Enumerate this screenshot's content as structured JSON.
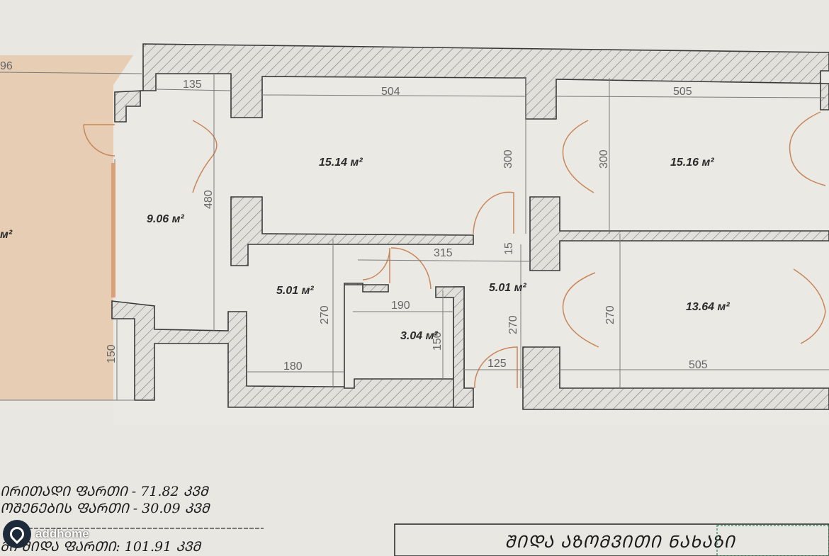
{
  "rooms": {
    "room_a": "15.14 м²",
    "room_b": "15.16 м²",
    "room_c": "9.06 м²",
    "room_d": "5.01 м²",
    "room_e": "5.01 м²",
    "room_f": "3.04 м²",
    "room_g": "13.64 м²",
    "room_h": "м²"
  },
  "dimensions": {
    "d96": "96",
    "d135": "135",
    "d504": "504",
    "d505_top": "505",
    "d300_left": "300",
    "d300_right": "300",
    "d480": "480",
    "d315": "315",
    "d15": "15",
    "d190": "190",
    "d150_small": "150",
    "d270_a": "270",
    "d270_b": "270",
    "d270_c": "270",
    "d180": "180",
    "d125": "125",
    "d505_bottom": "505",
    "d150_left": "150"
  },
  "legend": {
    "line1": "ᲘᲠᲘᲗᲐᲓᲘ ᲤᲐᲠᲗᲘ - 71.82 ᲙᲕᲛ",
    "line2": "ᲝᲨᲔᲜᲔᲑᲘᲡ ᲤᲐᲠᲗᲘ - 30.09 ᲙᲕᲛ",
    "line3": "ᲛᲘ ᲨᲘᲓᲐ ᲤᲐᲠᲗᲘ: 101.91 ᲙᲕᲛ"
  },
  "title_block": {
    "title": "ᲨᲘᲓᲐ ᲐᲖᲝᲛᲕᲘᲗᲘ ᲜᲐᲮᲐᲖᲘ"
  },
  "brand": {
    "name": "addhome",
    "icon": "location-pin-icon"
  },
  "colors": {
    "paper": "#e9e7e2",
    "exterior": "#e6cdb4",
    "wall": "#3a3a3a",
    "door": "#c8865a"
  }
}
